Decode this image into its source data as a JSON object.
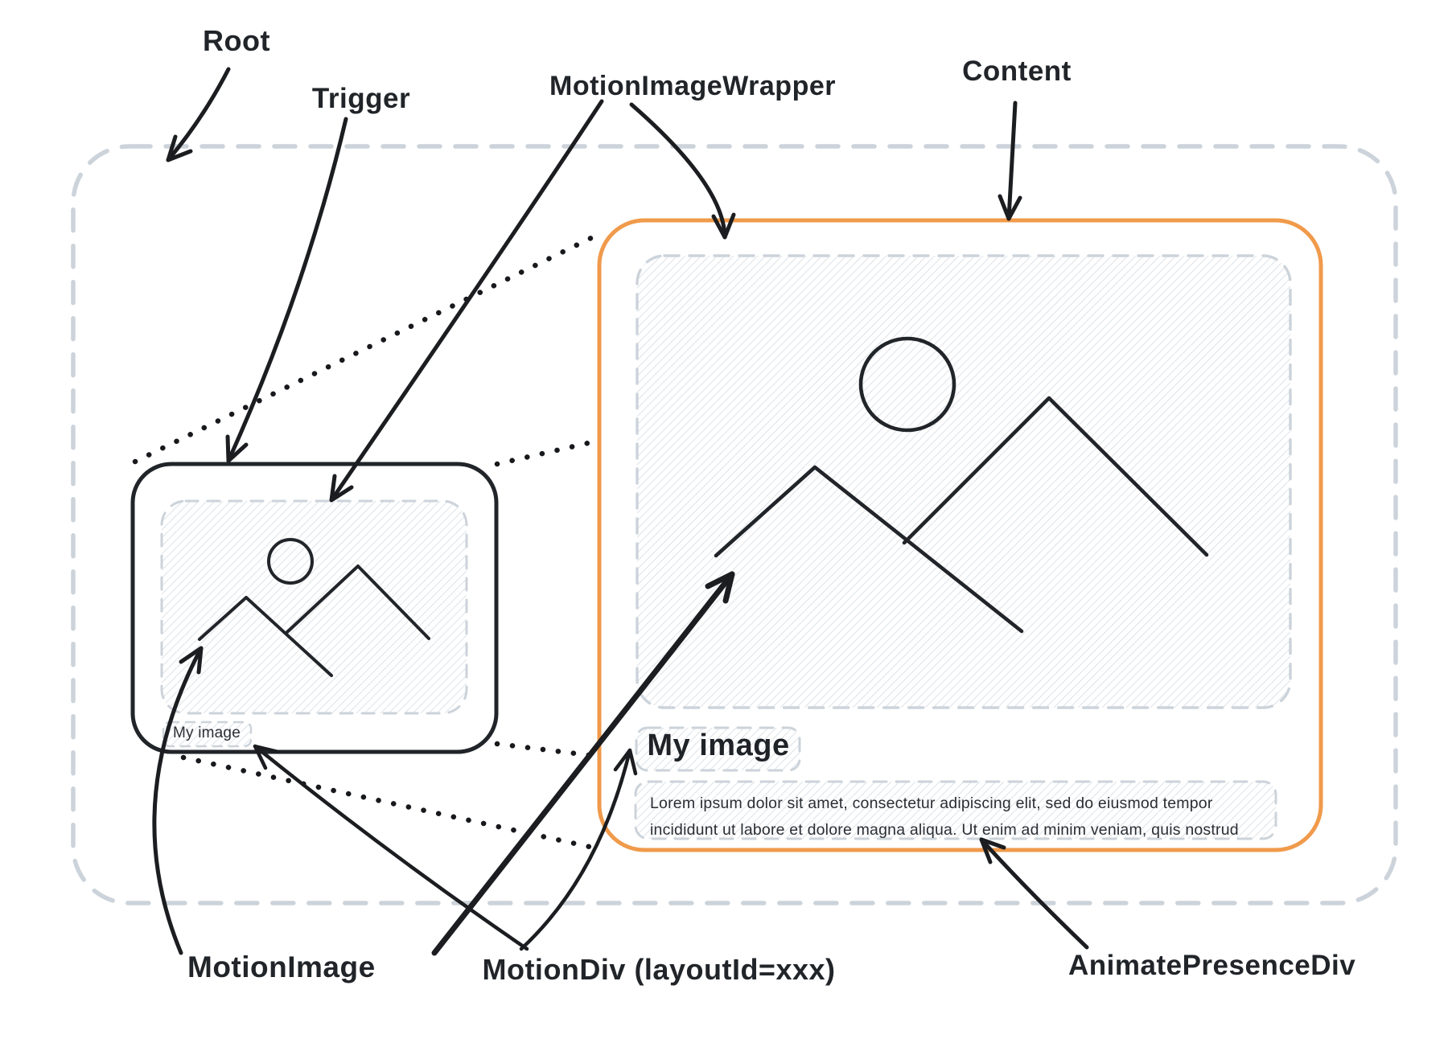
{
  "diagram": {
    "annotations": {
      "root": {
        "label": "Root"
      },
      "trigger": {
        "label": "Trigger"
      },
      "motion_image_wrapper": {
        "label": "MotionImageWrapper"
      },
      "content": {
        "label": "Content"
      },
      "motion_image": {
        "label": "MotionImage"
      },
      "motion_div": {
        "label": "MotionDiv (layoutId=xxx)"
      },
      "animate_presence_div": {
        "label": "AnimatePresenceDiv"
      }
    },
    "trigger_card": {
      "image_label": "My image",
      "icon": "image-placeholder-icon"
    },
    "content_card": {
      "title": "My image",
      "body": "Lorem ipsum dolor sit amet, consectetur adipiscing elit, sed do eiusmod tempor\nincididunt ut labore et dolore magna aliqua. Ut enim ad minim veniam, quis nostrud",
      "icon": "image-placeholder-icon"
    },
    "colors": {
      "accent_orange": "#f09a4b",
      "sketch_black": "#212529",
      "dashed_gray": "#ccd3da"
    }
  }
}
